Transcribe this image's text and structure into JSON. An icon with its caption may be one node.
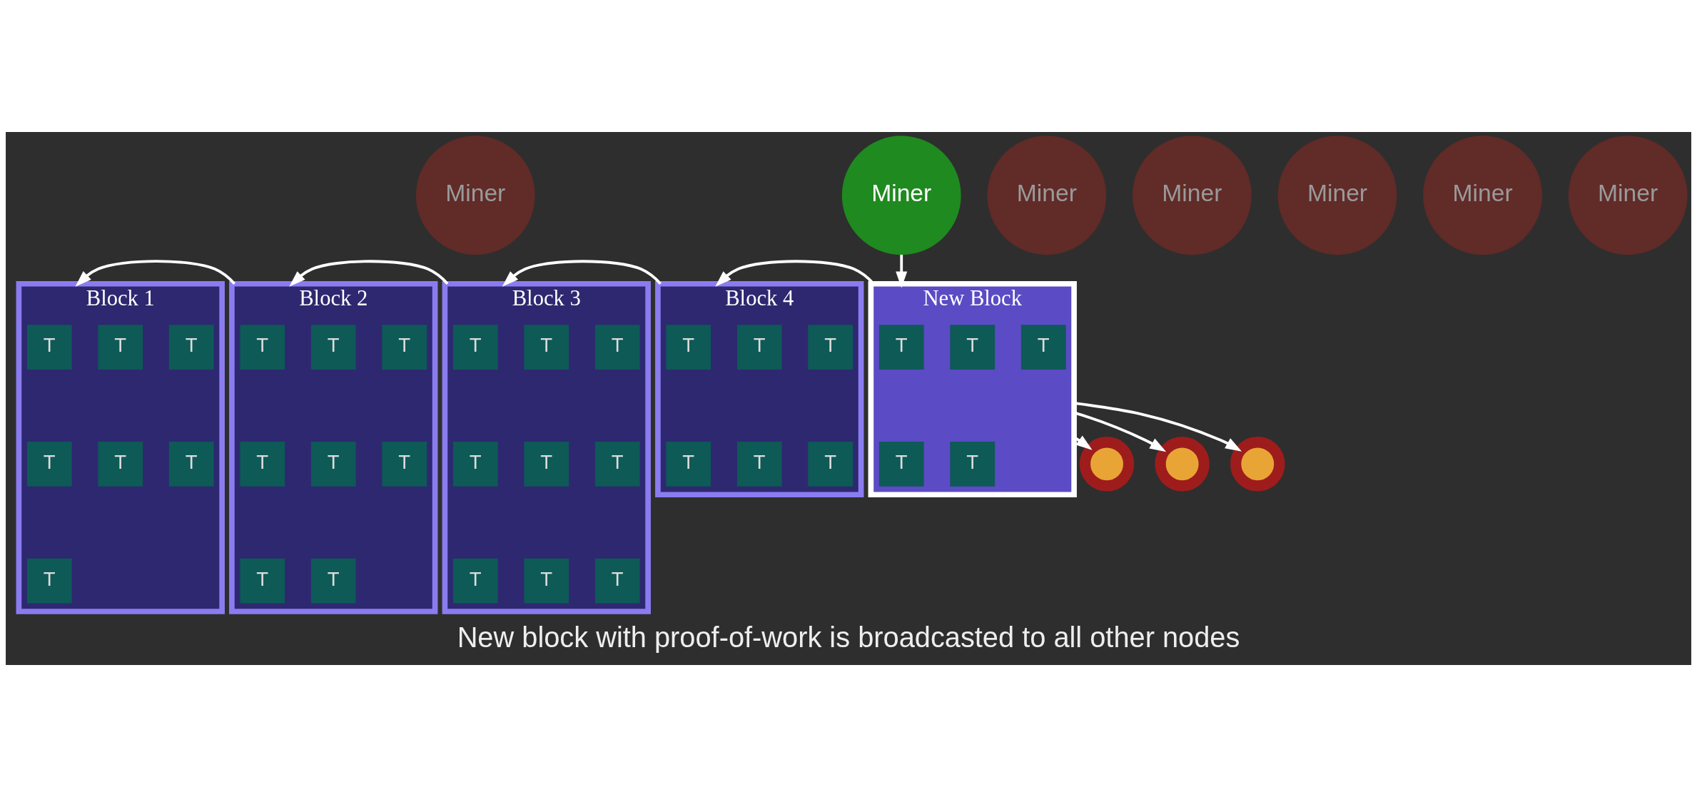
{
  "diagram": {
    "caption": "New block with proof-of-work is broadcasted to all other nodes",
    "nodes": [
      {
        "text": [
          "Miner"
        ]
      },
      {
        "text": [
          "Miner"
        ]
      },
      {
        "text": [
          "Miner"
        ]
      },
      {
        "text": [
          "Miner"
        ]
      },
      {
        "text": [
          "Miner"
        ]
      },
      {
        "text": [
          "Miner"
        ]
      },
      {
        "text": [
          "Miner"
        ]
      },
      {
        "text": [
          "Block 1"
        ]
      },
      {
        "text": [
          "T"
        ],
        "in": 7
      },
      {
        "text": [
          "T"
        ],
        "in": 7
      },
      {
        "text": [
          "T"
        ],
        "in": 7
      },
      {
        "text": [
          "T"
        ],
        "in": 7
      },
      {
        "text": [
          "T"
        ],
        "in": 7
      },
      {
        "text": [
          "T"
        ],
        "in": 7
      },
      {
        "text": [
          "T"
        ],
        "in": 7
      },
      {
        "text": [
          "Block 2"
        ]
      },
      {
        "text": [
          "T"
        ],
        "in": 15
      },
      {
        "text": [
          "T"
        ],
        "in": 15
      },
      {
        "text": [
          "T"
        ],
        "in": 15
      },
      {
        "text": [
          "T"
        ],
        "in": 15
      },
      {
        "text": [
          "T"
        ],
        "in": 15
      },
      {
        "text": [
          "T"
        ],
        "in": 15
      },
      {
        "text": [
          "T"
        ],
        "in": 15
      },
      {
        "text": [
          "T"
        ],
        "in": 15
      },
      {
        "text": [
          "Block 3"
        ]
      },
      {
        "text": [
          "T"
        ],
        "in": 24
      },
      {
        "text": [
          "T"
        ],
        "in": 24
      },
      {
        "text": [
          "T"
        ],
        "in": 24
      },
      {
        "text": [
          "T"
        ],
        "in": 24
      },
      {
        "text": [
          "T"
        ],
        "in": 24
      },
      {
        "text": [
          "T"
        ],
        "in": 24
      },
      {
        "text": [
          "T"
        ],
        "in": 24
      },
      {
        "text": [
          "T"
        ],
        "in": 24
      },
      {
        "text": [
          "T"
        ],
        "in": 24
      },
      {
        "text": [
          "Block 4"
        ]
      },
      {
        "text": [
          "T"
        ],
        "in": 34
      },
      {
        "text": [
          "T"
        ],
        "in": 34
      },
      {
        "text": [
          "T"
        ],
        "in": 34
      },
      {
        "text": [
          "T"
        ],
        "in": 34
      },
      {
        "text": [
          "T"
        ],
        "in": 34
      },
      {
        "text": [
          "T"
        ],
        "in": 34
      },
      {
        "text": [
          "New Block"
        ]
      },
      {
        "text": [
          "T"
        ],
        "in": 41
      },
      {
        "text": [
          "T"
        ],
        "in": 41
      },
      {
        "text": [
          "T"
        ],
        "in": 41
      },
      {
        "text": [
          "T"
        ],
        "in": 41
      },
      {
        "text": [
          "T"
        ],
        "in": 41
      },
      {
        "text": [],
        "shape": "circle"
      },
      {
        "text": [],
        "shape": "circle"
      },
      {
        "text": [],
        "shape": "circle"
      }
    ],
    "edges": [
      {
        "from": 15,
        "to": 7,
        "arrow": "to"
      },
      {
        "from": 24,
        "to": 15,
        "arrow": "to"
      },
      {
        "from": 34,
        "to": 24,
        "arrow": "to"
      },
      {
        "from": 41,
        "to": 34,
        "arrow": "to"
      },
      {
        "from": 5,
        "to": 41,
        "arrow": "to"
      },
      {
        "from": 41,
        "to": 47,
        "arrow": "to"
      },
      {
        "from": 41,
        "to": 48,
        "arrow": "to"
      },
      {
        "from": 41,
        "to": 49,
        "arrow": "to"
      }
    ]
  }
}
